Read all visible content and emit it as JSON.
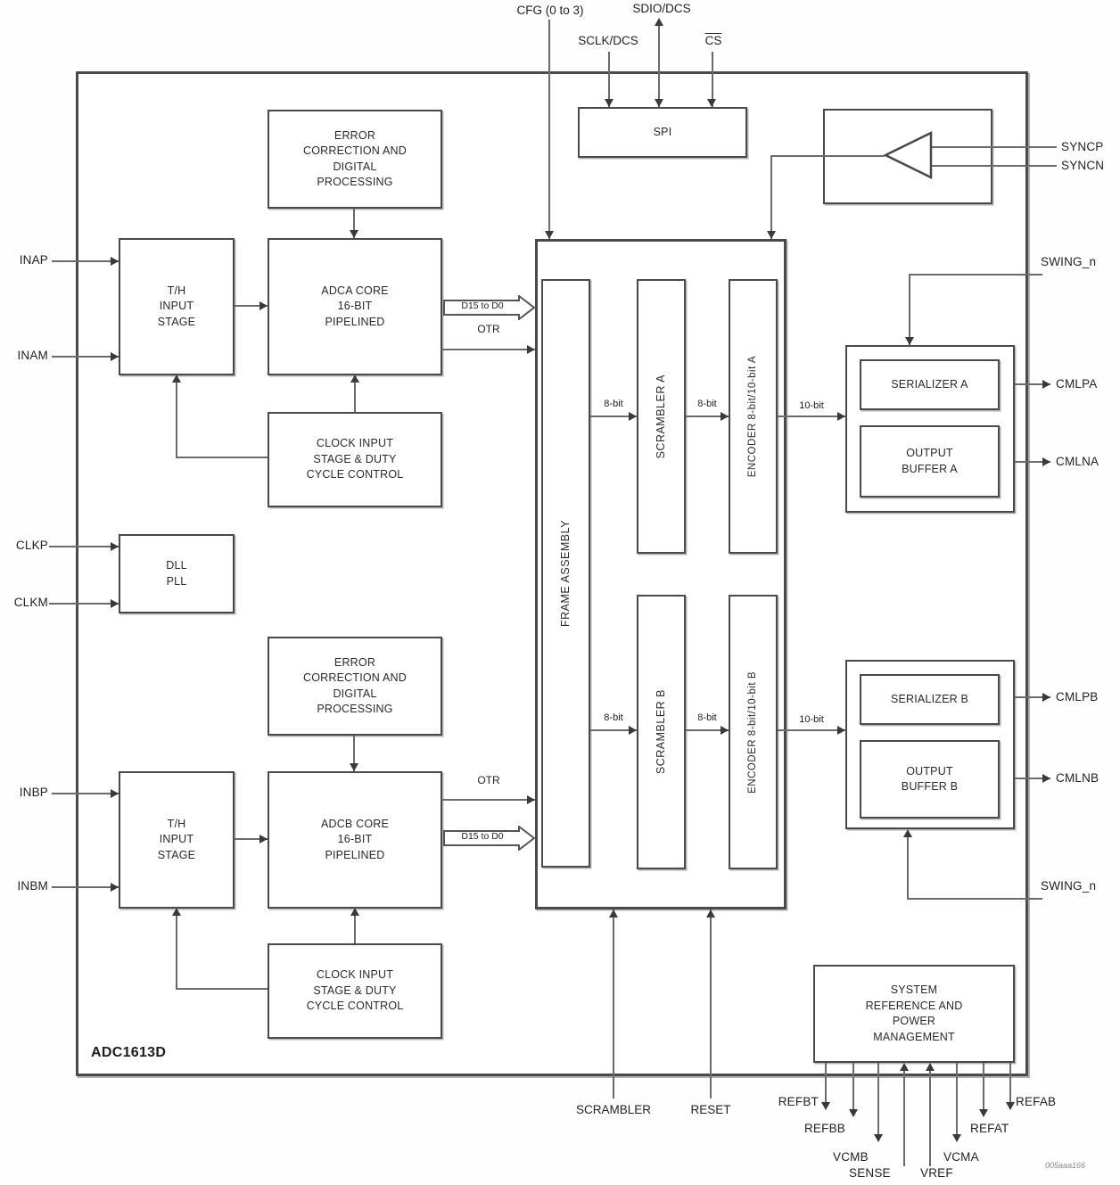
{
  "title": "ADC1613D functional block diagram",
  "chip_label": "ADC1613D",
  "figure_code": "005aaa166",
  "colors": {
    "background": "#ffffff",
    "line": "#6b6b6b",
    "border": "#4a4a4a",
    "text": "#2a2a2a"
  },
  "pins": {
    "cfg": "CFG (0 to 3)",
    "sdio_dcs": "SDIO/DCS",
    "sclk_dcs": "SCLK/DCS",
    "cs": "CS",
    "syncp": "SYNCP",
    "syncn": "SYNCN",
    "swing_a": "SWING_n",
    "cmlpa": "CMLPA",
    "cmlna": "CMLNA",
    "cmlpb": "CMLPB",
    "cmlnb": "CMLNB",
    "swing_b": "SWING_n",
    "inap": "INAP",
    "inam": "INAM",
    "clkp": "CLKP",
    "clkm": "CLKM",
    "inbp": "INBP",
    "inbm": "INBM",
    "scrambler": "SCRAMBLER",
    "reset": "RESET",
    "refbt": "REFBT",
    "refbb": "REFBB",
    "vcmb": "VCMB",
    "sense": "SENSE",
    "vref": "VREF",
    "vcma": "VCMA",
    "refat": "REFAT",
    "refab": "REFAB"
  },
  "blocks": {
    "spi": "SPI",
    "error_a": "ERROR\nCORRECTION AND\nDIGITAL\nPROCESSING",
    "th_a": "T/H\nINPUT\nSTAGE",
    "adca": "ADCA CORE\n16-BIT\nPIPELINED",
    "clock_a": "CLOCK INPUT\nSTAGE & DUTY\nCYCLE CONTROL",
    "dll": "DLL\nPLL",
    "error_b": "ERROR\nCORRECTION AND\nDIGITAL\nPROCESSING",
    "th_b": "T/H\nINPUT\nSTAGE",
    "adcb": "ADCB CORE\n16-BIT\nPIPELINED",
    "clock_b": "CLOCK INPUT\nSTAGE & DUTY\nCYCLE CONTROL",
    "frame": "FRAME ASSEMBLY",
    "scrambler_a": "SCRAMBLER A",
    "encoder_a": "ENCODER 8-bit/10-bit A",
    "scrambler_b": "SCRAMBLER B",
    "encoder_b": "ENCODER 8-bit/10-bit B",
    "serializer_a": "SERIALIZER A",
    "outbuf_a": "OUTPUT\nBUFFER A",
    "serializer_b": "SERIALIZER B",
    "outbuf_b": "OUTPUT\nBUFFER B",
    "sysref": "SYSTEM\nREFERENCE AND\nPOWER\nMANAGEMENT"
  },
  "bus_labels": {
    "d15_a": "D15 to D0",
    "otr_a": "OTR",
    "otr_b": "OTR",
    "d15_b": "D15 to D0",
    "bit8_a1": "8-bit",
    "bit8_a2": "8-bit",
    "bit10_a": "10-bit",
    "bit8_b1": "8-bit",
    "bit8_b2": "8-bit",
    "bit10_b": "10-bit"
  }
}
